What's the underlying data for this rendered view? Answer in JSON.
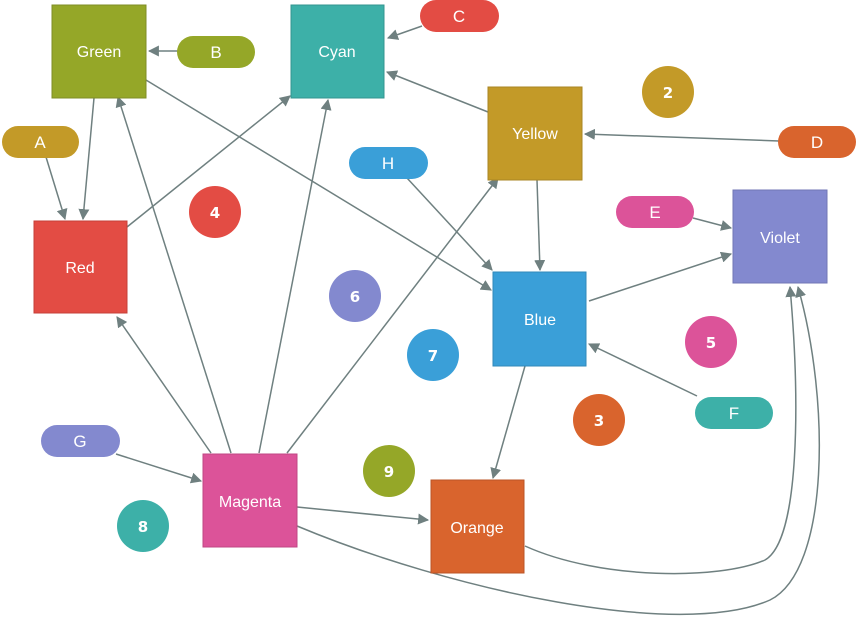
{
  "nodes": {
    "green": {
      "label": "Green",
      "color": "#95a728"
    },
    "cyan": {
      "label": "Cyan",
      "color": "#3db0a8"
    },
    "yellow": {
      "label": "Yellow",
      "color": "#c39a28"
    },
    "red": {
      "label": "Red",
      "color": "#e34c44"
    },
    "blue": {
      "label": "Blue",
      "color": "#3a9fd8"
    },
    "violet": {
      "label": "Violet",
      "color": "#8389cf"
    },
    "magenta": {
      "label": "Magenta",
      "color": "#dc5399"
    },
    "orange": {
      "label": "Orange",
      "color": "#d9642d"
    }
  },
  "pills": {
    "a": {
      "label": "A",
      "color": "#c39a28"
    },
    "b": {
      "label": "B",
      "color": "#95a728"
    },
    "c": {
      "label": "C",
      "color": "#e34c44"
    },
    "d": {
      "label": "D",
      "color": "#d9642d"
    },
    "e": {
      "label": "E",
      "color": "#dc5399"
    },
    "f": {
      "label": "F",
      "color": "#3db0a8"
    },
    "g": {
      "label": "G",
      "color": "#8389cf"
    },
    "h": {
      "label": "H",
      "color": "#3a9fd8"
    }
  },
  "circles": {
    "n2": {
      "label": "2",
      "color": "#c39a28"
    },
    "n3": {
      "label": "3",
      "color": "#d9642d"
    },
    "n4": {
      "label": "4",
      "color": "#e34c44"
    },
    "n5": {
      "label": "5",
      "color": "#dc5399"
    },
    "n6": {
      "label": "6",
      "color": "#8389cf"
    },
    "n7": {
      "label": "7",
      "color": "#3a9fd8"
    },
    "n8": {
      "label": "8",
      "color": "#3db0a8"
    },
    "n9": {
      "label": "9",
      "color": "#95a728"
    }
  }
}
